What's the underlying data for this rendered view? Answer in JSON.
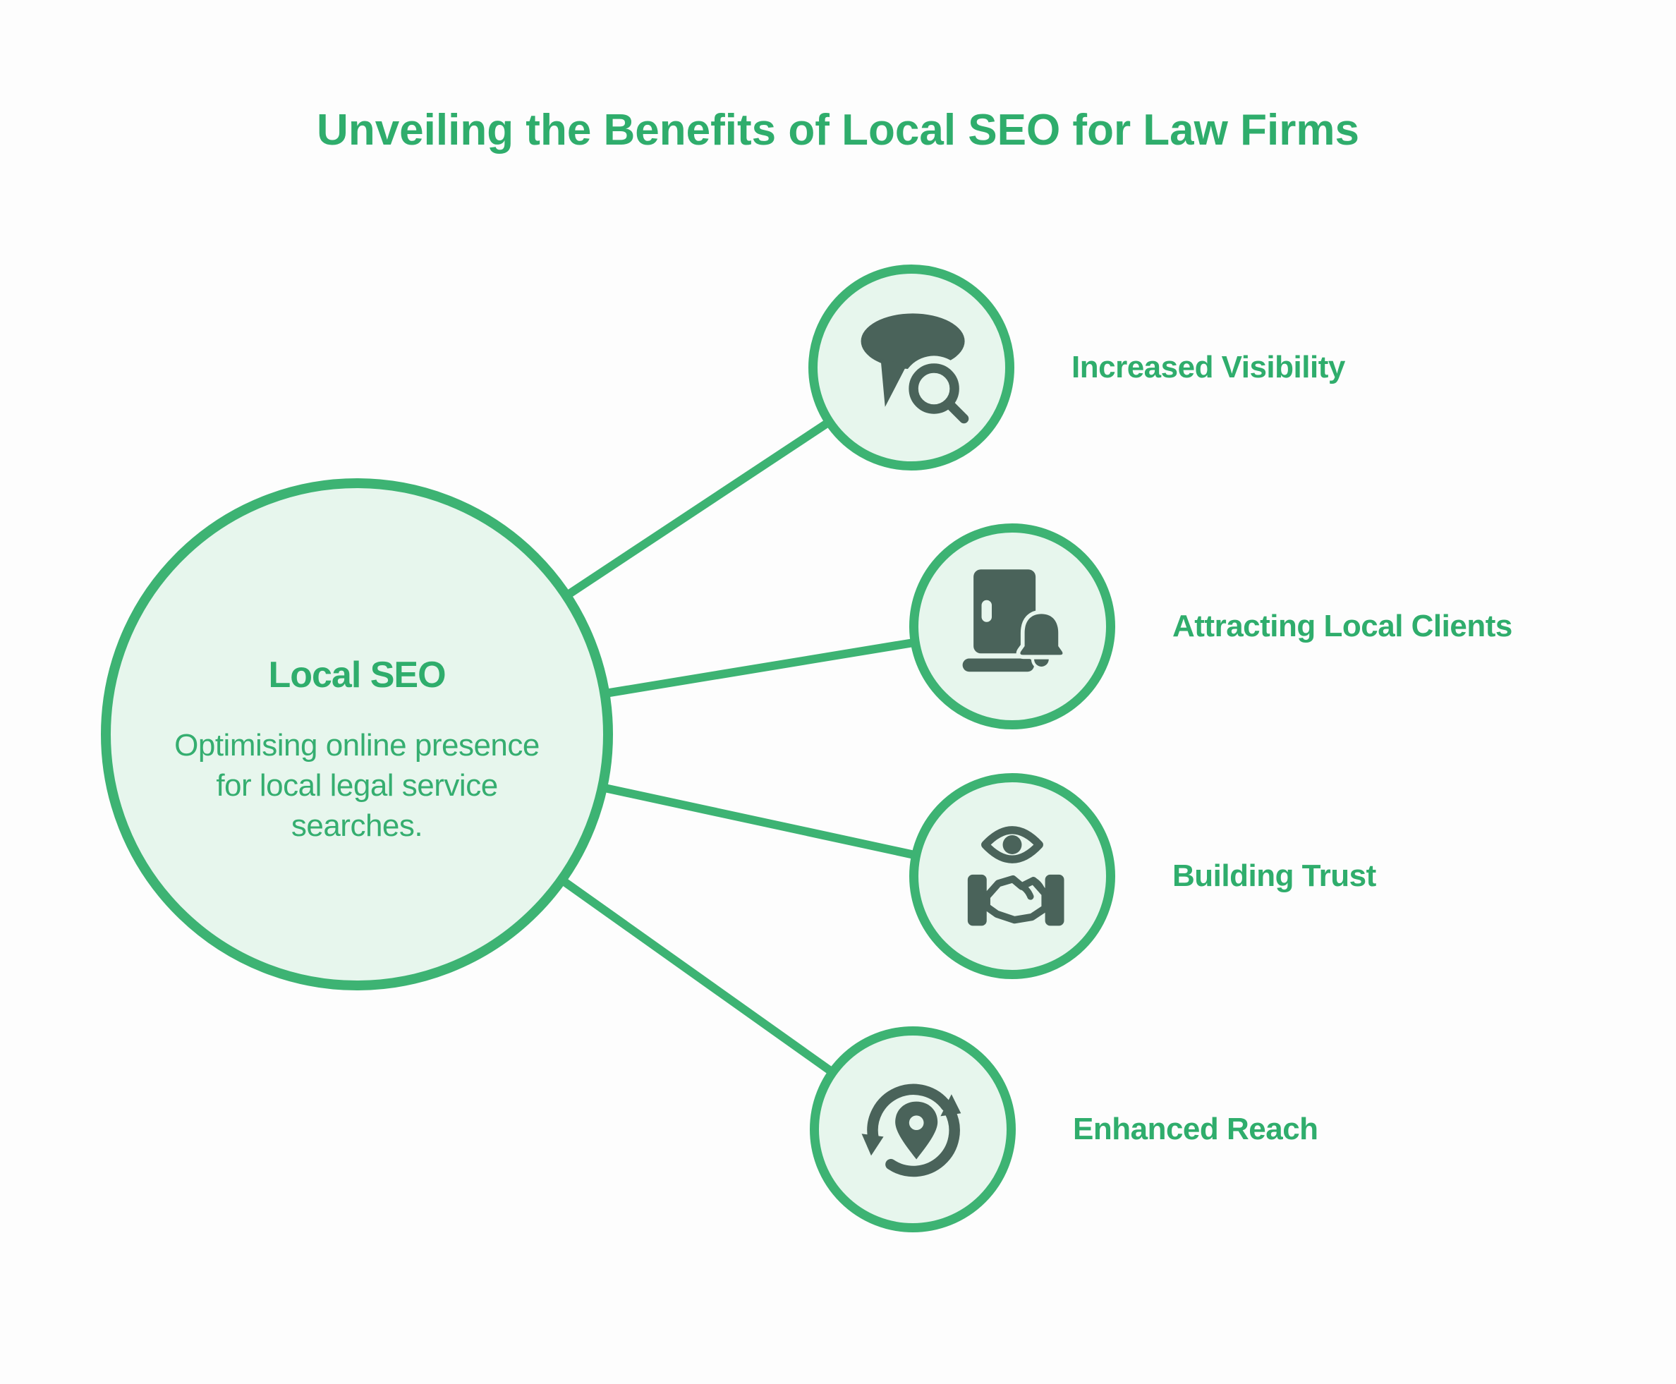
{
  "title": "Unveiling the Benefits of Local SEO for Law Firms",
  "colors": {
    "accent_green": "#3db373",
    "text_green": "#2fad6c",
    "node_fill": "#e7f6ed",
    "icon_dark": "#4a635a",
    "background": "#fdfdfd"
  },
  "center": {
    "heading": "Local SEO",
    "description": "Optimising online presence for local legal service searches."
  },
  "benefits": [
    {
      "label": "Increased Visibility",
      "icon": "chat-search-icon"
    },
    {
      "label": "Attracting Local Clients",
      "icon": "door-bell-icon"
    },
    {
      "label": "Building Trust",
      "icon": "eye-handshake-icon"
    },
    {
      "label": "Enhanced Reach",
      "icon": "location-sync-icon"
    }
  ]
}
